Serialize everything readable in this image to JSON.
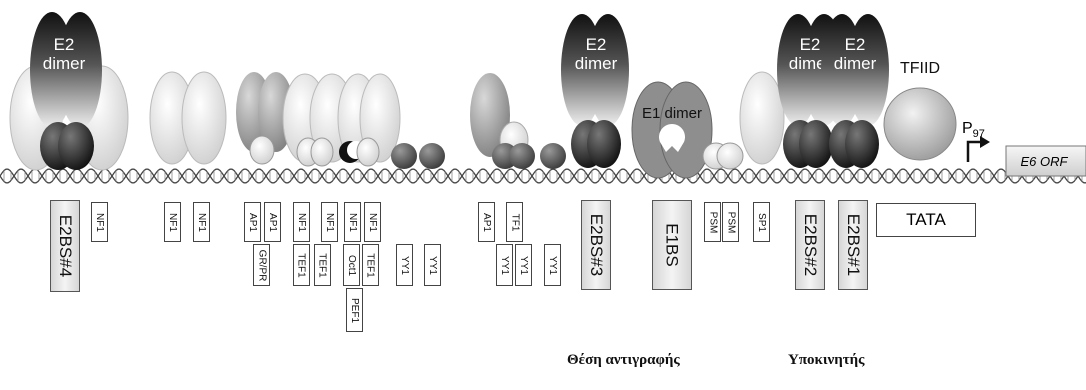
{
  "proteins": {
    "e2_dimer_top": "E2",
    "e2_dimer_bottom": "dimer",
    "e1_dimer": "E1 dimer",
    "tfiid": "TFIID"
  },
  "promoter": {
    "p_letter": "P",
    "p_number": "97",
    "orf": "E6 ORF"
  },
  "tata": "TATA",
  "binding_sites": {
    "e2bs4": "E2BS#4",
    "e2bs3": "E2BS#3",
    "e1bs": "E1BS",
    "e2bs2": "E2BS#2",
    "e2bs1": "E2BS#1"
  },
  "factors": {
    "nf1": "NF1",
    "ap1": "AP1",
    "grpr": "GR/PR",
    "tef1": "TEF1",
    "oct1": "Oct1",
    "pef1": "PEF1",
    "yy1": "YY1",
    "tf1": "TF1",
    "psm": "PSM",
    "sp1": "SP1"
  },
  "captions": {
    "replication": "Θέση αντιγραφής",
    "promoter": "Υποκινητής"
  }
}
